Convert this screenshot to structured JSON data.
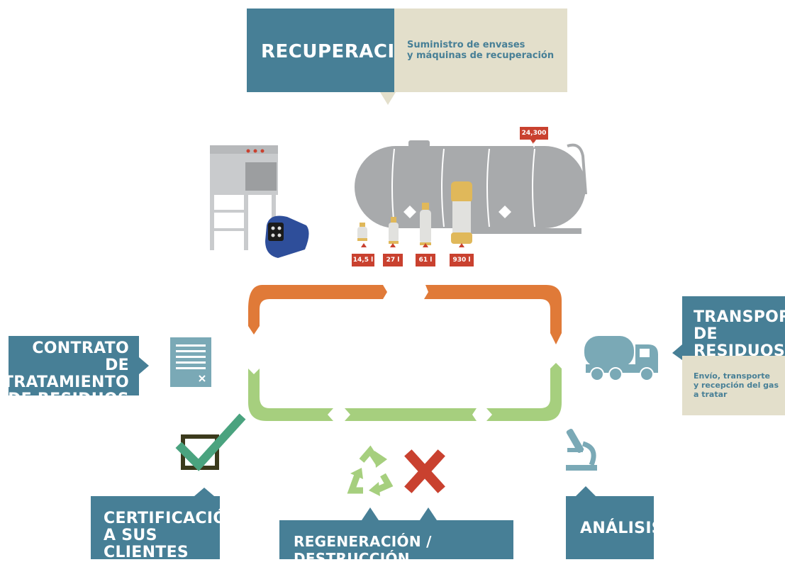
{
  "recuperacion": {
    "title": "RECUPERACIÓN",
    "desc_line1": "Suministro de envases",
    "desc_line2": "y máquinas de recuperación"
  },
  "capacities": {
    "tank": "24,300 l",
    "c1": "14,5 l",
    "c2": "27 l",
    "c3": "61 l",
    "c4": "930 l"
  },
  "contrato": {
    "line1": "CONTRATO",
    "line2": "DE TRATAMIENTO",
    "line3": "DE RESIDUOS"
  },
  "transporte": {
    "line1": "TRANSPORTE",
    "line2": "DE RESIDUOS",
    "desc_line1": "Envío, transporte",
    "desc_line2": "y recepción del gas",
    "desc_line3": "a tratar"
  },
  "certificacion": {
    "line1": "CERTIFICACIÓN",
    "line2": "A SUS CLIENTES"
  },
  "regeneracion": {
    "label": "REGENERACIÓN / DESTRUCCIÓN"
  },
  "analisis": {
    "label": "ANÁLISIS"
  },
  "colors": {
    "teal": "#477f96",
    "beige": "#e3dfcb",
    "orange": "#e07a38",
    "green": "#a6cf7e",
    "red": "#c9412f",
    "icon_blue": "#7aa9b6",
    "check_green": "#4aa37f",
    "dark_box": "#3b3a1c"
  },
  "icons": [
    "machine-icon",
    "tank-icon",
    "document-icon",
    "truck-icon",
    "checkbox-icon",
    "recycle-icon",
    "cross-icon",
    "microscope-icon"
  ]
}
